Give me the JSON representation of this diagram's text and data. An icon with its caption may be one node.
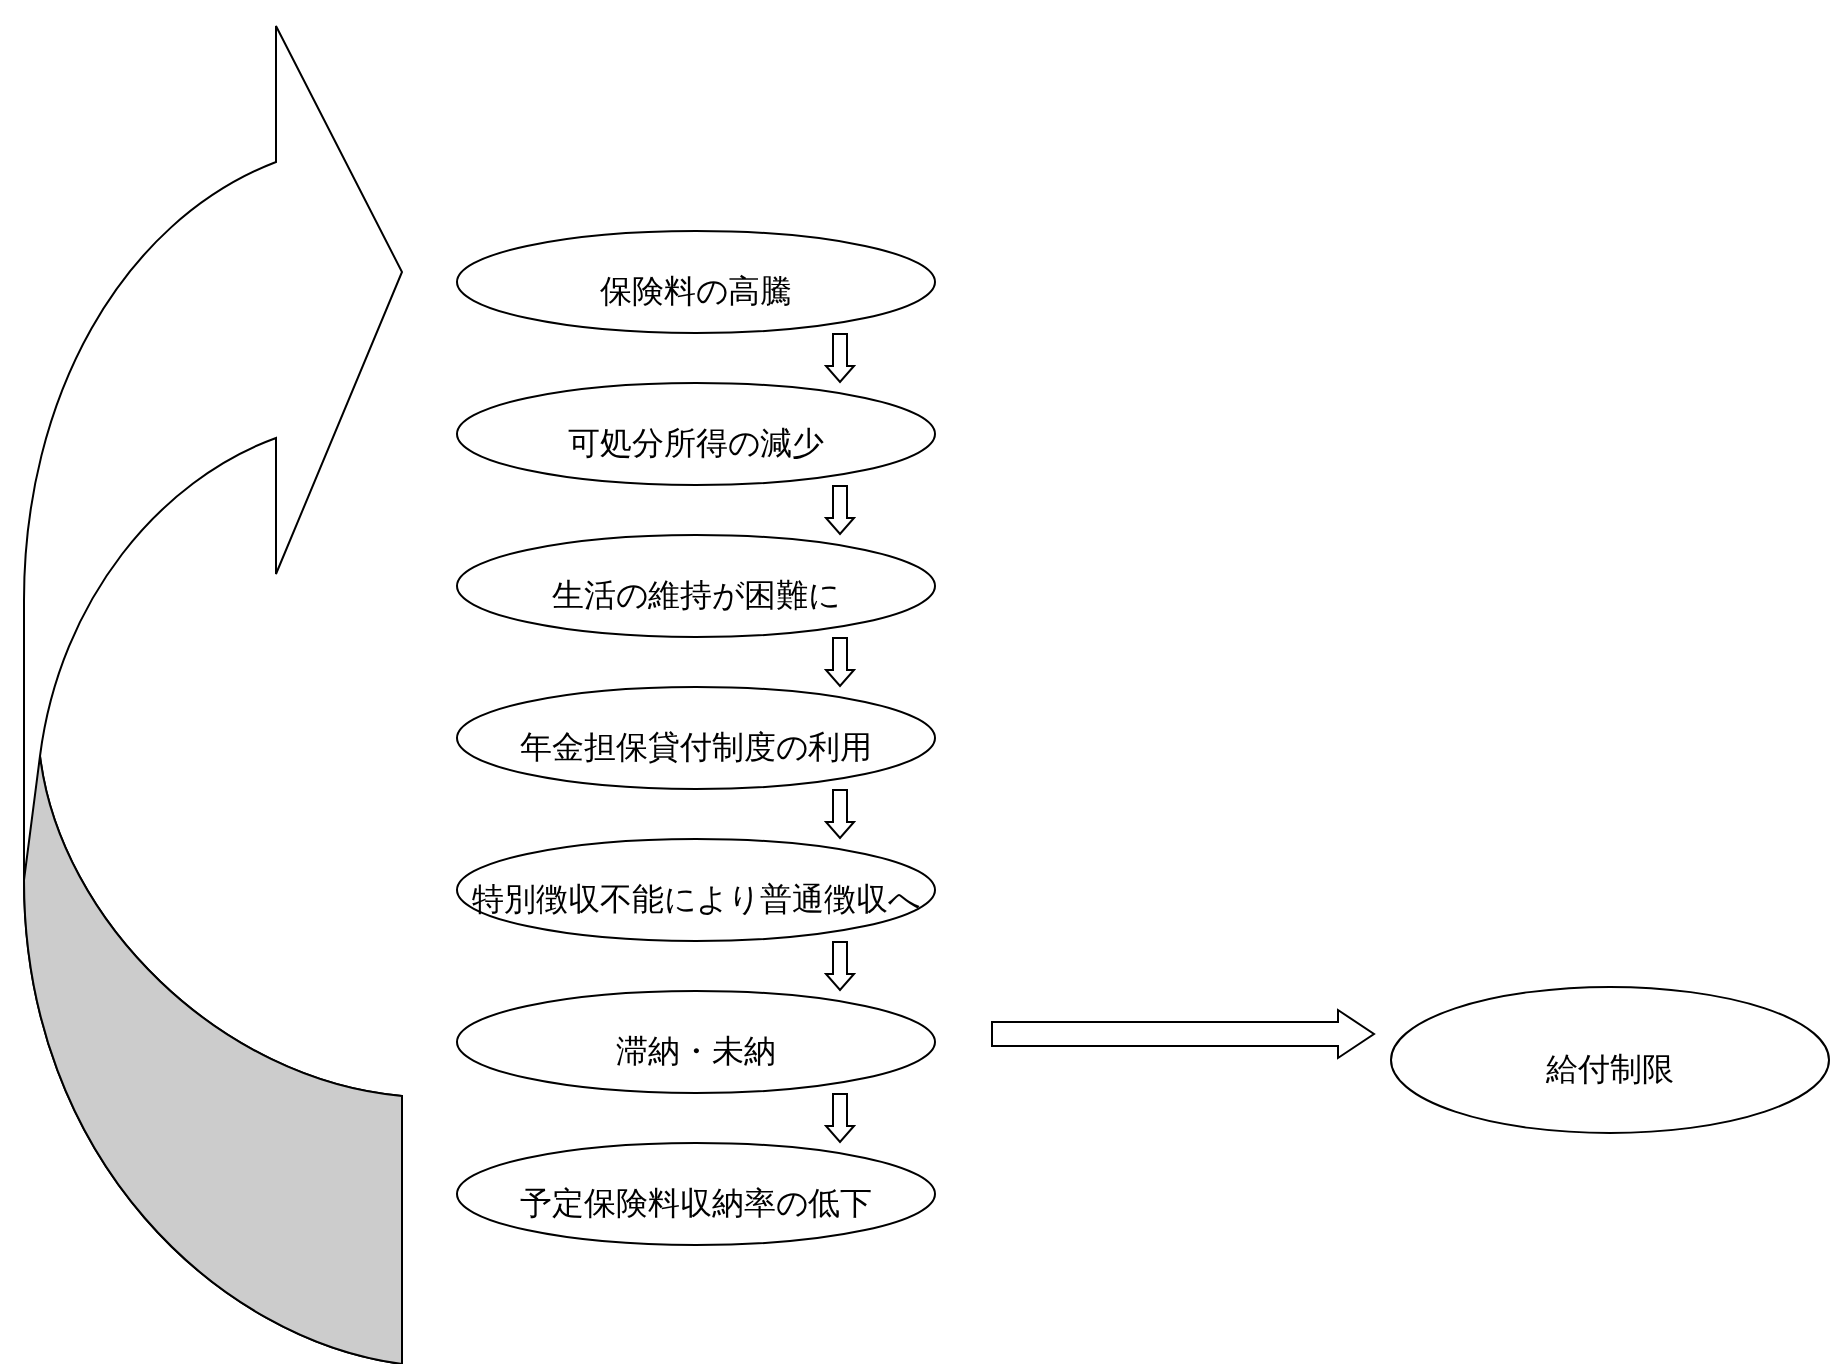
{
  "diagram": {
    "nodes": [
      {
        "text": [
          "保険料の高騰"
        ]
      },
      {
        "text": [
          "可処分所得の減少"
        ]
      },
      {
        "text": [
          "生活の維持が困難に"
        ]
      },
      {
        "text": [
          "年金担保貸付制度の利用"
        ]
      },
      {
        "text": [
          "特別徴収不能により普通徴収へ"
        ]
      },
      {
        "text": [
          "滞納・未納"
        ]
      },
      {
        "text": [
          "予定保険料収納率の低下"
        ]
      },
      {
        "text": [
          "給付制限"
        ]
      }
    ],
    "edges": [
      {
        "from": 0,
        "to": 1,
        "arrow": "to"
      },
      {
        "from": 1,
        "to": 2,
        "arrow": "to"
      },
      {
        "from": 2,
        "to": 3,
        "arrow": "to"
      },
      {
        "from": 3,
        "to": 4,
        "arrow": "to"
      },
      {
        "from": 4,
        "to": 5,
        "arrow": "to"
      },
      {
        "from": 5,
        "to": 6,
        "arrow": "to"
      },
      {
        "from": 5,
        "to": 7,
        "arrow": "to"
      },
      {
        "from": 6,
        "to": 0,
        "arrow": "to",
        "style": "thick"
      }
    ]
  }
}
